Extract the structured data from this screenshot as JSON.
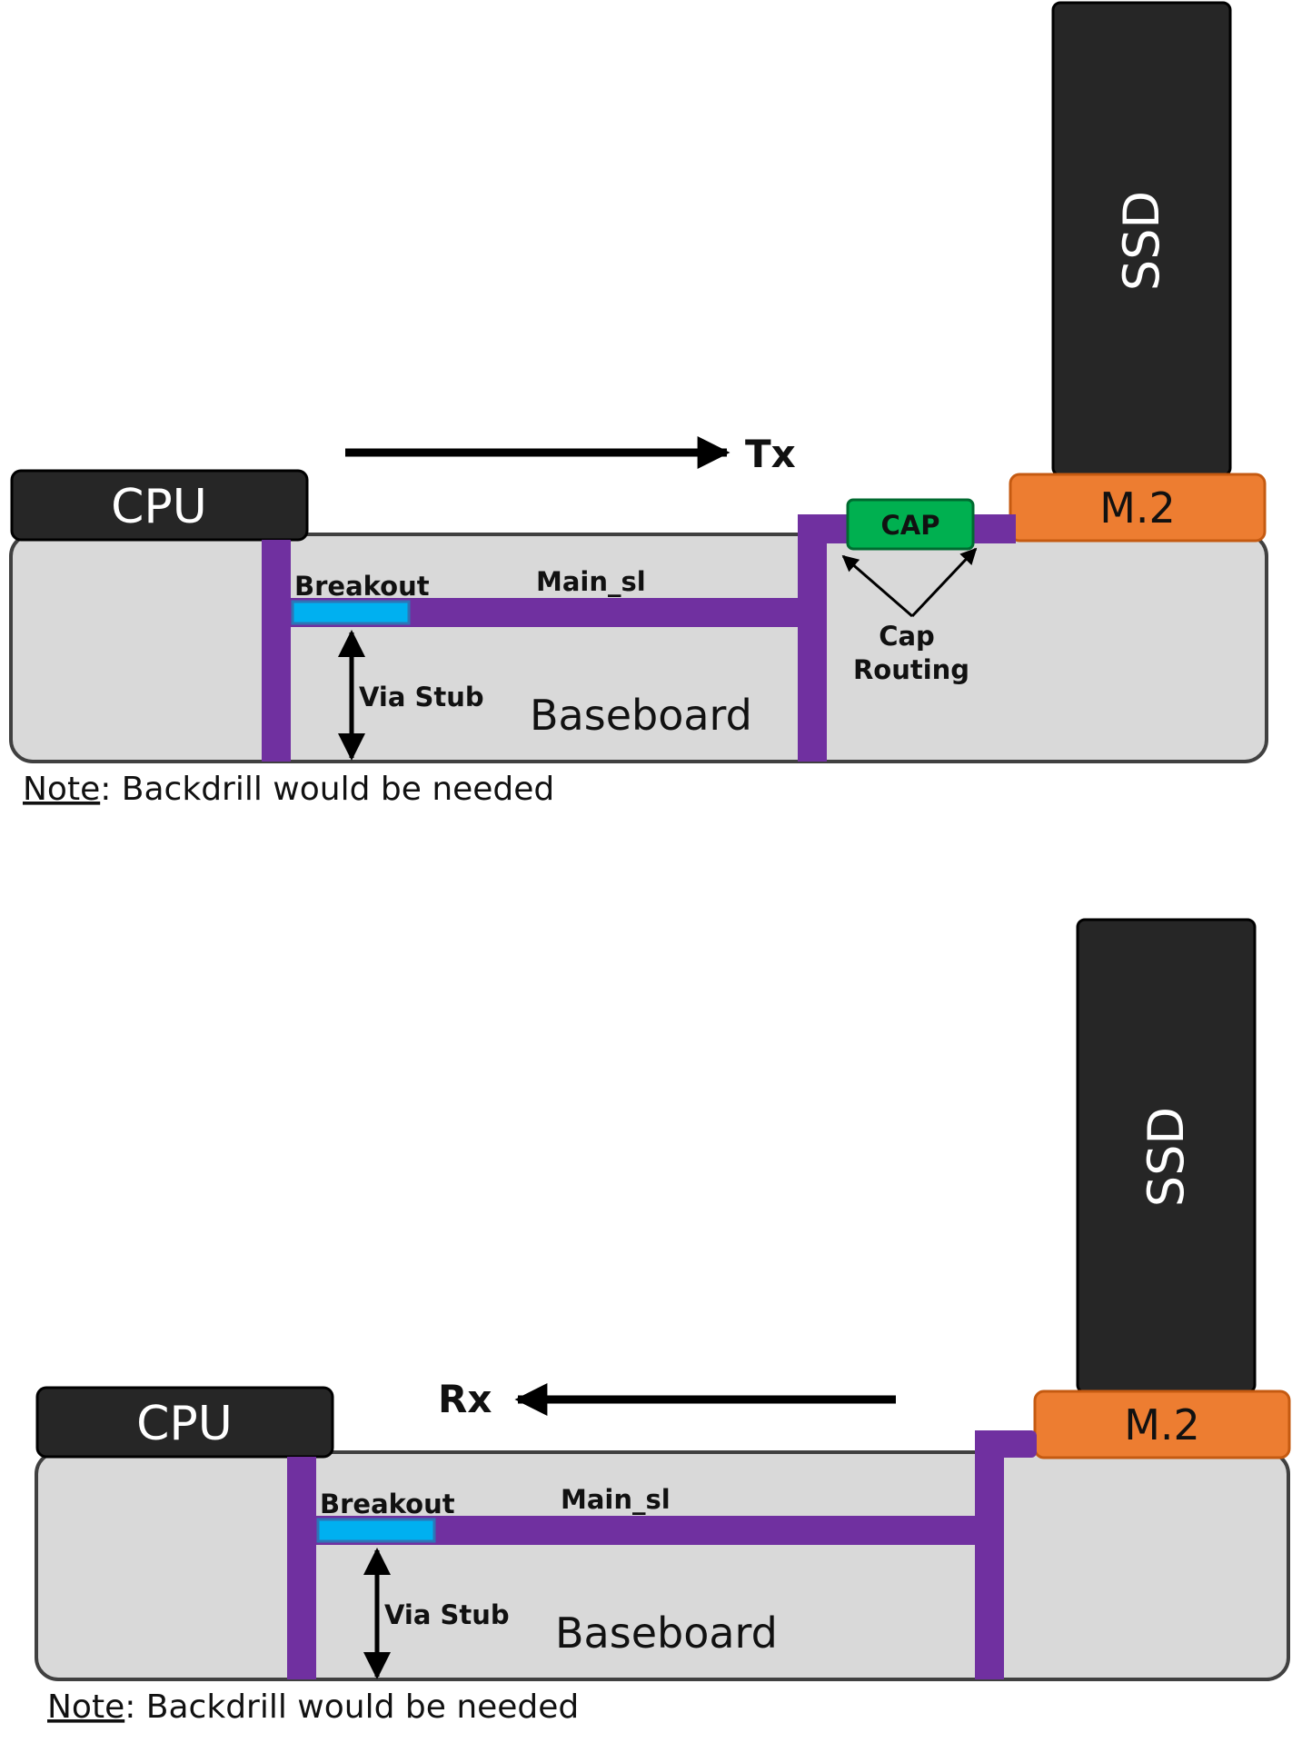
{
  "diagrams": [
    {
      "direction": "Tx",
      "cpu_label": "CPU",
      "ssd_label": "SSD",
      "m2_label": "M.2",
      "cap_label": "CAP",
      "breakout_label": "Breakout",
      "main_label": "Main_sl",
      "via_stub_label": "Via Stub",
      "baseboard_label": "Baseboard",
      "cap_routing_line1": "Cap",
      "cap_routing_line2": "Routing",
      "note_label": "Note",
      "note_text": ": Backdrill would be needed"
    },
    {
      "direction": "Rx",
      "cpu_label": "CPU",
      "ssd_label": "SSD",
      "m2_label": "M.2",
      "breakout_label": "Breakout",
      "main_label": "Main_sl",
      "via_stub_label": "Via Stub",
      "baseboard_label": "Baseboard",
      "note_label": "Note",
      "note_text": ": Backdrill would be needed"
    }
  ],
  "colors": {
    "trace": "#7030a0",
    "baseboard": "#d9d9d9",
    "dark_block": "#262626",
    "m2": "#ed7d31",
    "cap": "#00b050",
    "breakout": "#00b0f0"
  }
}
